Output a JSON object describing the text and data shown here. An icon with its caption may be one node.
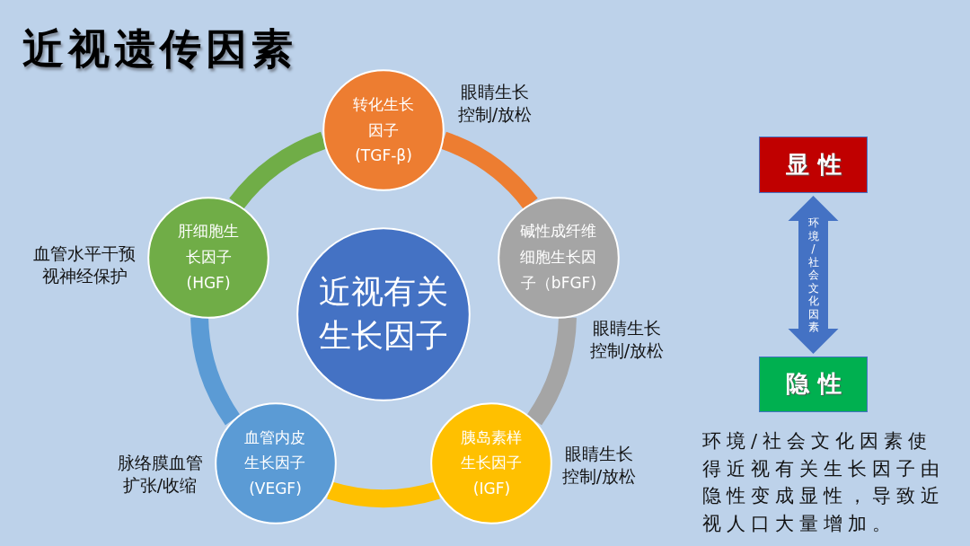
{
  "diagram": {
    "title": "近视遗传因素",
    "nodes": [
      {
        "text": [
          "近视有关生长因子"
        ]
      },
      {
        "text": [
          "转化生长因子(TGF-β)"
        ],
        "beside": [
          "眼睛生长控制/放松"
        ]
      },
      {
        "text": [
          "碱性成纤维细胞生长因子（bFGF)"
        ],
        "beside": [
          "眼睛生长控制/放松"
        ]
      },
      {
        "text": [
          "胰岛素样生长因子(IGF)"
        ],
        "beside": [
          "眼睛生长控制/放松"
        ]
      },
      {
        "text": [
          "血管内皮生长因子(VEGF)"
        ],
        "beside": [
          "脉络膜血管扩张/收缩"
        ]
      },
      {
        "text": [
          "肝细胞生长因子(HGF)"
        ],
        "beside": [
          "血管水平干预视神经保护"
        ]
      },
      {
        "text": [
          "显性"
        ]
      },
      {
        "text": [
          "隐性"
        ]
      }
    ],
    "edges": [
      {
        "from": 1,
        "to": 2,
        "arrow": "none",
        "color": "#ed7d31"
      },
      {
        "from": 2,
        "to": 3,
        "arrow": "none",
        "color": "#a5a5a5"
      },
      {
        "from": 3,
        "to": 4,
        "arrow": "none",
        "color": "#ffc000"
      },
      {
        "from": 4,
        "to": 5,
        "arrow": "none",
        "color": "#5b9bd5"
      },
      {
        "from": 5,
        "to": 1,
        "arrow": "none",
        "color": "#70ad47"
      },
      {
        "from": 6,
        "to": 7,
        "arrow": "both",
        "label": "环境/社会文化因素",
        "color": "#4472c4"
      }
    ],
    "labels": [
      "环境/社会文化因素使得近视有关生长因子由隐性变成显性，导致近视人口大量增加。"
    ]
  }
}
